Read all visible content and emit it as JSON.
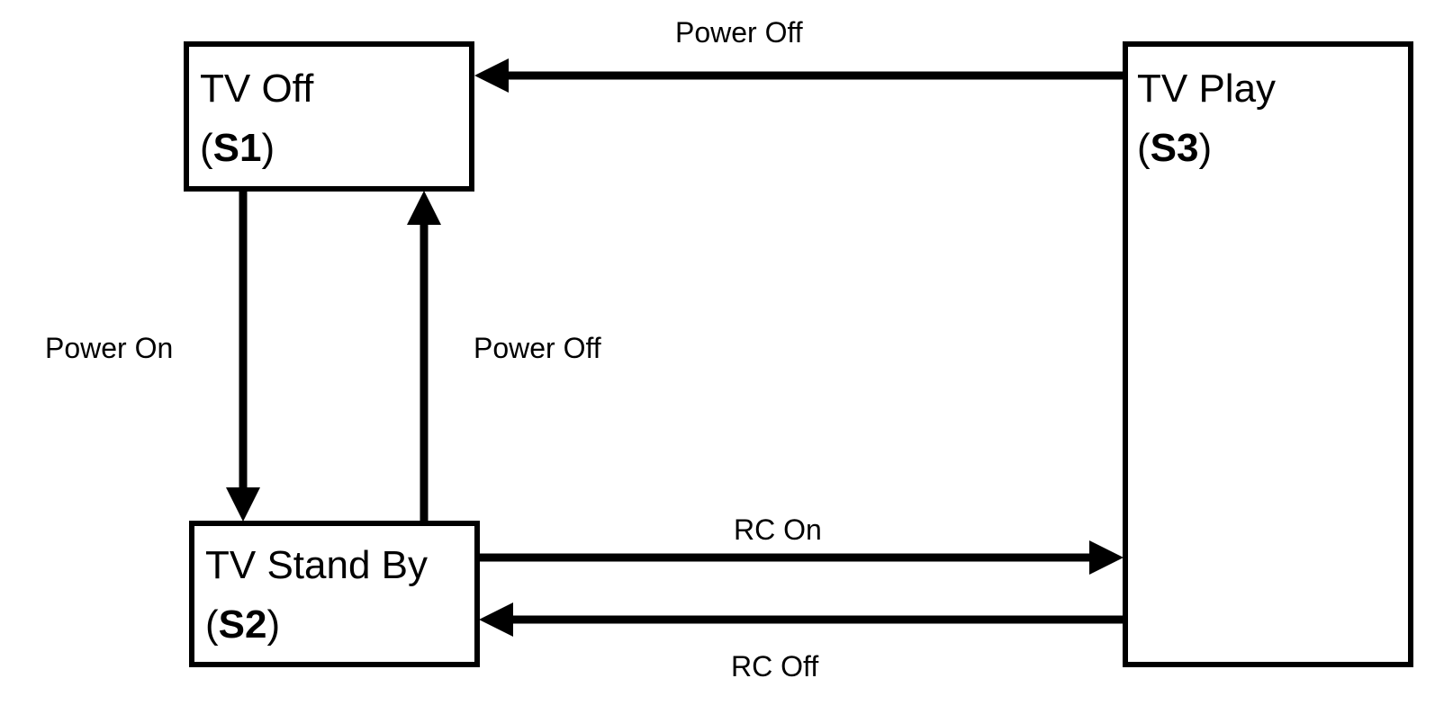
{
  "states": {
    "s1": {
      "name": "TV Off",
      "id_open": "(",
      "id": "S1",
      "id_close": ")"
    },
    "s2": {
      "name": "TV Stand By",
      "id_open": "(",
      "id": "S2",
      "id_close": ")"
    },
    "s3": {
      "name": "TV Play",
      "id_open": "(",
      "id": "S3",
      "id_close": ")"
    }
  },
  "transitions": {
    "s3_to_s1": {
      "from": "S3",
      "to": "S1",
      "label": "Power Off"
    },
    "s1_to_s2": {
      "from": "S1",
      "to": "S2",
      "label": "Power On"
    },
    "s2_to_s1": {
      "from": "S2",
      "to": "S1",
      "label": "Power Off"
    },
    "s2_to_s3": {
      "from": "S2",
      "to": "S3",
      "label": "RC On"
    },
    "s3_to_s2": {
      "from": "S3",
      "to": "S2",
      "label": "RC Off"
    }
  },
  "colors": {
    "stroke": "#000000",
    "background": "#ffffff"
  }
}
